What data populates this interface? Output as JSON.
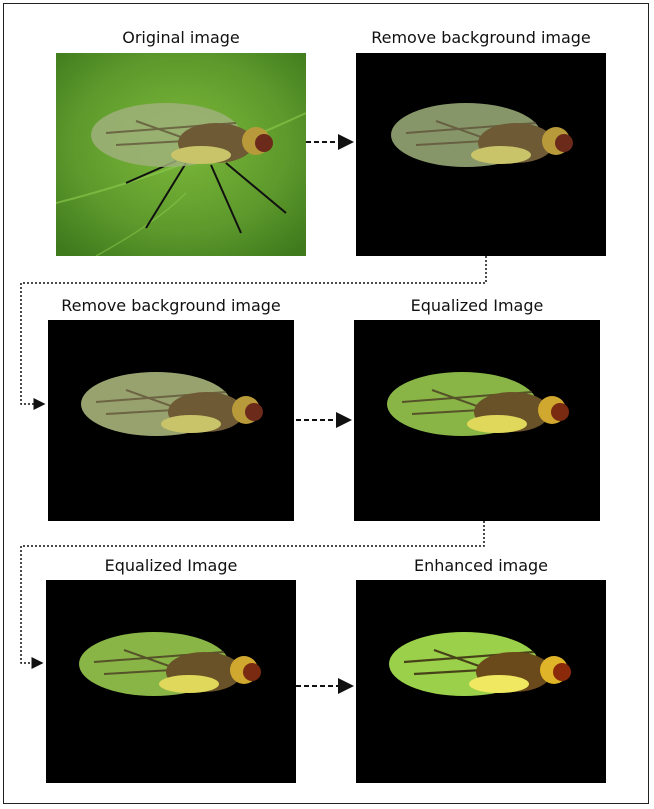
{
  "diagram": {
    "panels": [
      {
        "id": "p1",
        "title": "Original image",
        "background": "leaf"
      },
      {
        "id": "p2",
        "title": "Remove background image",
        "background": "black"
      },
      {
        "id": "p3",
        "title": "Remove background image",
        "background": "black"
      },
      {
        "id": "p4",
        "title": "Equalized Image",
        "background": "black"
      },
      {
        "id": "p5",
        "title": "Equalized Image",
        "background": "black"
      },
      {
        "id": "p6",
        "title": "Enhanced image",
        "background": "black"
      }
    ],
    "colors": {
      "leaf": "#5e9a2c",
      "leaf_dark": "#3f7a1d",
      "background_black": "#000000",
      "arrow": "#111111"
    }
  }
}
